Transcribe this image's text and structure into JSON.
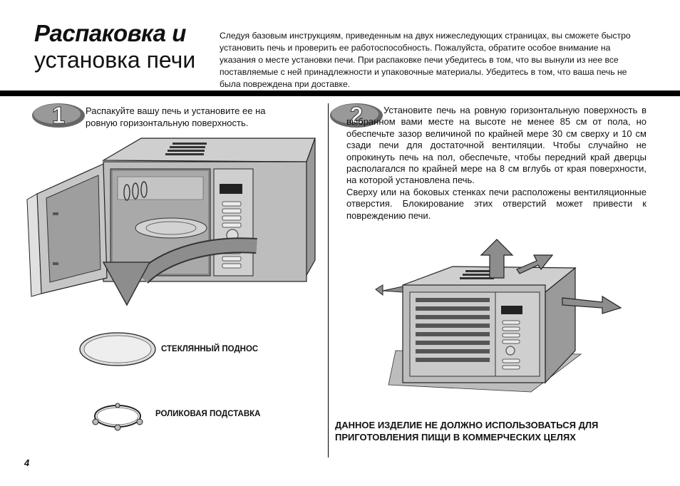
{
  "header": {
    "title_line1": "Распаковка и",
    "title_line2": "установка печи",
    "intro": "Следуя базовым инструкциям, приведенным на двух нижеследующих страницах, вы сможете быстро установить печь и проверить ее работоспособность. Пожалуйста, обратите особое внимание на указания о месте установки печи. При распаковке печи убедитесь в том, что вы вынули из нее все поставляемые с ней принадлежности и упаковочные материалы. Убедитесь в том, что ваша печь не была повреждена при доставке."
  },
  "step1": {
    "number": "1",
    "text": "Распакуйте вашу печь и установите ее на ровную горизонтальную поверхность.",
    "labels": {
      "glass_tray": "СТЕКЛЯННЫЙ ПОДНОС",
      "roller_ring": "РОЛИКОВАЯ ПОДСТАВКА"
    }
  },
  "step2": {
    "number": "2",
    "paragraph1": "Установите печь на ровную горизонтальную поверхность в выбранном вами месте на высоте не менее 85 см от пола, но обеспечьте зазор величиной по крайней мере 30 см сверху и 10 см сзади печи для достаточной вентиляции. Чтобы случайно не опрокинуть печь на пол, обеспечьте, чтобы передний край дверцы располагался по крайней мере на 8 см вглубь от края поверхности, на которой установлена печь.",
    "paragraph2": "Сверху или на боковых стенках печи расположены вентиляционные отверстия. Блокирование этих отверстий может привести к повреждению печи."
  },
  "warning": "ДАННОЕ ИЗДЕЛИЕ НЕ ДОЛЖНО ИСПОЛЬЗОВАТЬСЯ ДЛЯ ПРИГОТОВЛЕНИЯ ПИЩИ В КОММЕРЧЕСКИХ ЦЕЛЯХ",
  "footer": {
    "page_number": "4"
  }
}
